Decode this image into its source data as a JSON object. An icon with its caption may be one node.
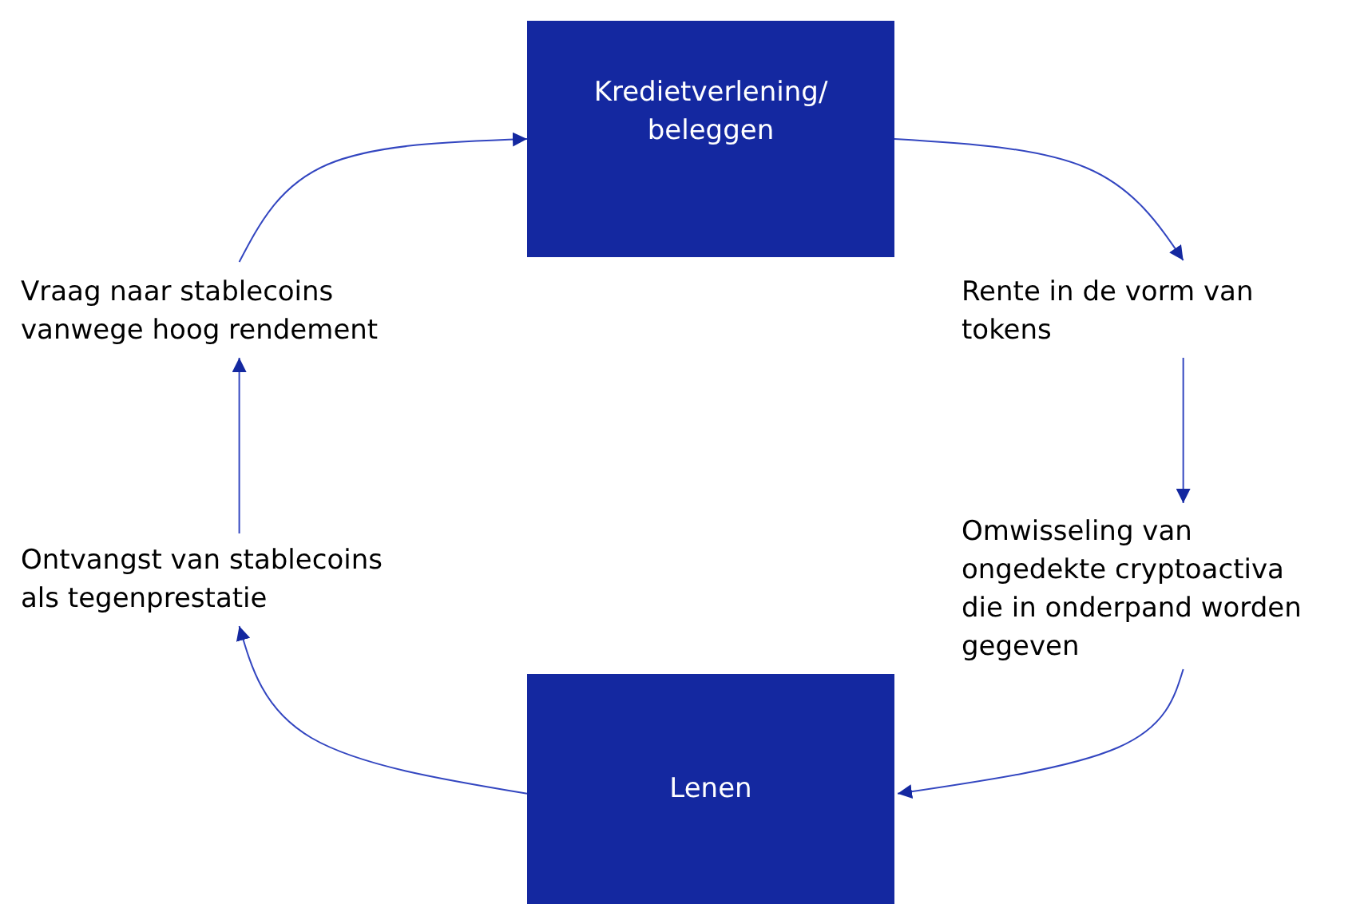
{
  "diagram": {
    "nodes": [
      {
        "text": [
          "Kredietverlening/ beleggen"
        ]
      },
      {
        "text": [
          "Rente in de vorm van tokens"
        ]
      },
      {
        "text": [
          "Omwisseling van ongedekte cryptoactiva die in onderpand worden gegeven"
        ]
      },
      {
        "text": [
          "Lenen"
        ]
      },
      {
        "text": [
          "Ontvangst van stablecoins als tegenprestatie"
        ]
      },
      {
        "text": [
          "Vraag naar stablecoins vanwege hoog rendement"
        ]
      }
    ],
    "edges": [
      {
        "from": 0,
        "to": 1,
        "arrow": "to"
      },
      {
        "from": 1,
        "to": 2,
        "arrow": "to"
      },
      {
        "from": 2,
        "to": 3,
        "arrow": "to"
      },
      {
        "from": 3,
        "to": 4,
        "arrow": "to"
      },
      {
        "from": 4,
        "to": 5,
        "arrow": "to"
      },
      {
        "from": 5,
        "to": 0,
        "arrow": "to"
      }
    ]
  }
}
